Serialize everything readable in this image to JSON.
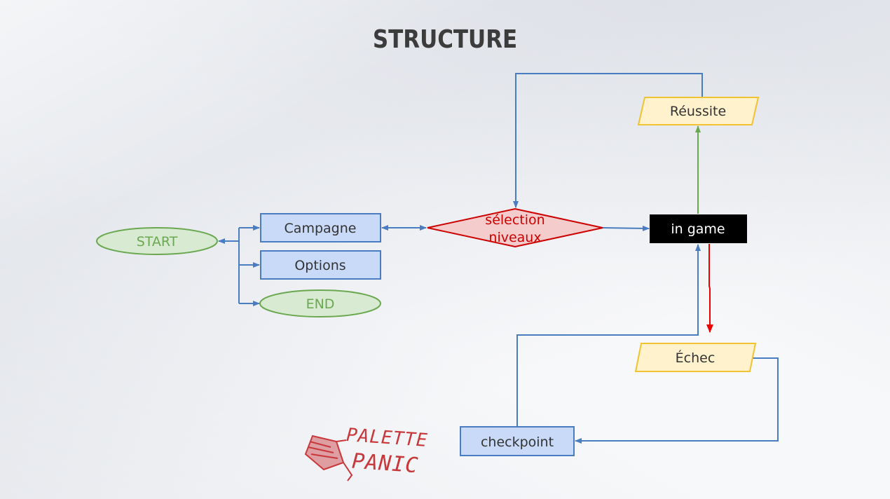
{
  "slide": {
    "title": "STRUCTURE"
  },
  "nodes": {
    "start": "START",
    "campagne": "Campagne",
    "options": "Options",
    "end": "END",
    "selection_line1": "sélection",
    "selection_line2": "niveaux",
    "in_game": "in game",
    "reussite": "Réussite",
    "echec": "Échec",
    "checkpoint": "checkpoint"
  },
  "logo": {
    "line1": "PALETTE",
    "line2": "PANIC"
  },
  "colors": {
    "blue_stroke": "#4a7cc1",
    "blue_fill": "#c9daf8",
    "green_stroke": "#6aa84f",
    "green_fill": "#d9ead3",
    "green_text": "#6aa84f",
    "red_stroke": "#cc0000",
    "red_fill": "#f4cccc",
    "yellow_stroke": "#f1c232",
    "yellow_fill": "#fff2cc",
    "black": "#000000"
  }
}
